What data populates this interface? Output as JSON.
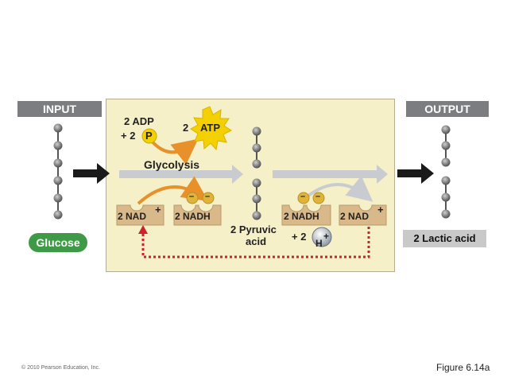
{
  "headers": {
    "input": "INPUT",
    "output": "OUTPUT"
  },
  "labels": {
    "adp": "2 ADP",
    "phosphate_prefix": "+ 2",
    "phosphate": "P",
    "atp_prefix": "2",
    "atp": "ATP",
    "glycolysis": "Glycolysis",
    "nad_left": "2 NAD",
    "nadh_left": "2 NADH",
    "pyruvic_line1": "2 Pyruvic",
    "pyruvic_line2": "acid",
    "nadh_right": "2 NADH",
    "nad_right": "2 NAD",
    "hydrogen_prefix": "+ 2",
    "hydrogen": "H",
    "plus": "+",
    "minus": "–",
    "glucose": "Glucose",
    "lactic": "2 Lactic acid"
  },
  "footer": {
    "copyright": "© 2010 Pearson Education, Inc.",
    "figure": "Figure 6.14a"
  },
  "colors": {
    "panel": "#f5f0c7",
    "header": "#7b7d80",
    "glucose": "#3e9a47",
    "lactic": "#c9c9c9",
    "atp": "#f5d000",
    "phosphate": "#f5d000",
    "cofactor": "#d9b98a",
    "electron": "#e0b43a",
    "orange_arrow": "#e8902a",
    "dotted_arrow": "#d0202a"
  }
}
